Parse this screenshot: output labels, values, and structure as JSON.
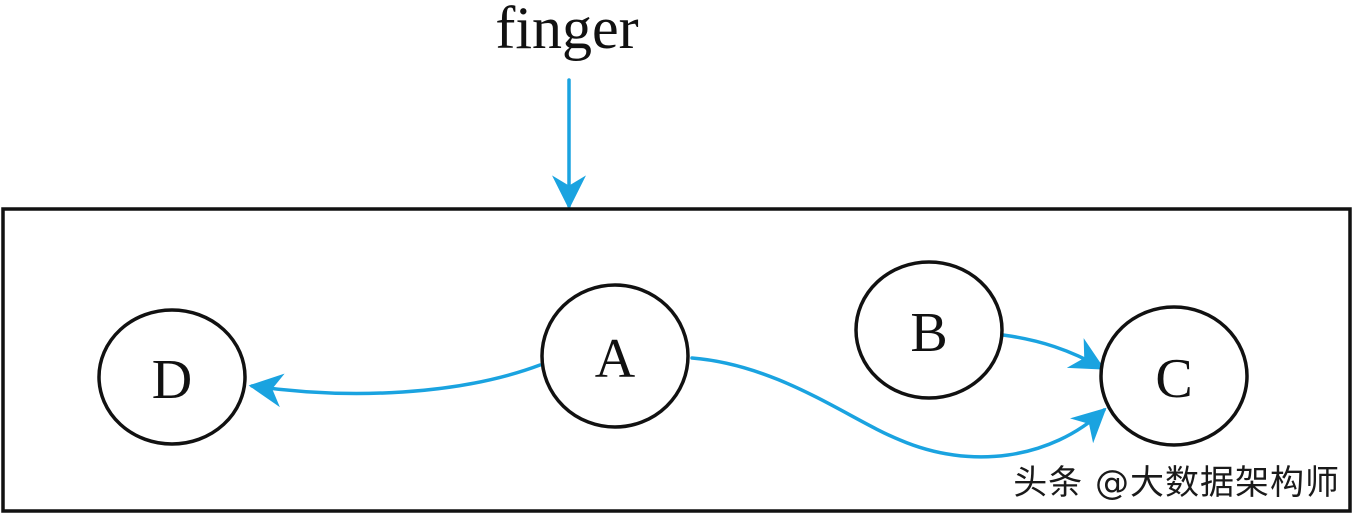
{
  "diagram": {
    "title": "finger",
    "accent_color": "#1aa3e0",
    "line_color": "#111111",
    "nodes": [
      {
        "id": "D",
        "label": "D"
      },
      {
        "id": "A",
        "label": "A"
      },
      {
        "id": "B",
        "label": "B"
      },
      {
        "id": "C",
        "label": "C"
      }
    ],
    "edges": [
      {
        "from": "finger",
        "to": "frame"
      },
      {
        "from": "A",
        "to": "D"
      },
      {
        "from": "A",
        "to": "C"
      },
      {
        "from": "B",
        "to": "C"
      }
    ]
  },
  "watermark": {
    "text": "头条 @大数据架构师"
  }
}
